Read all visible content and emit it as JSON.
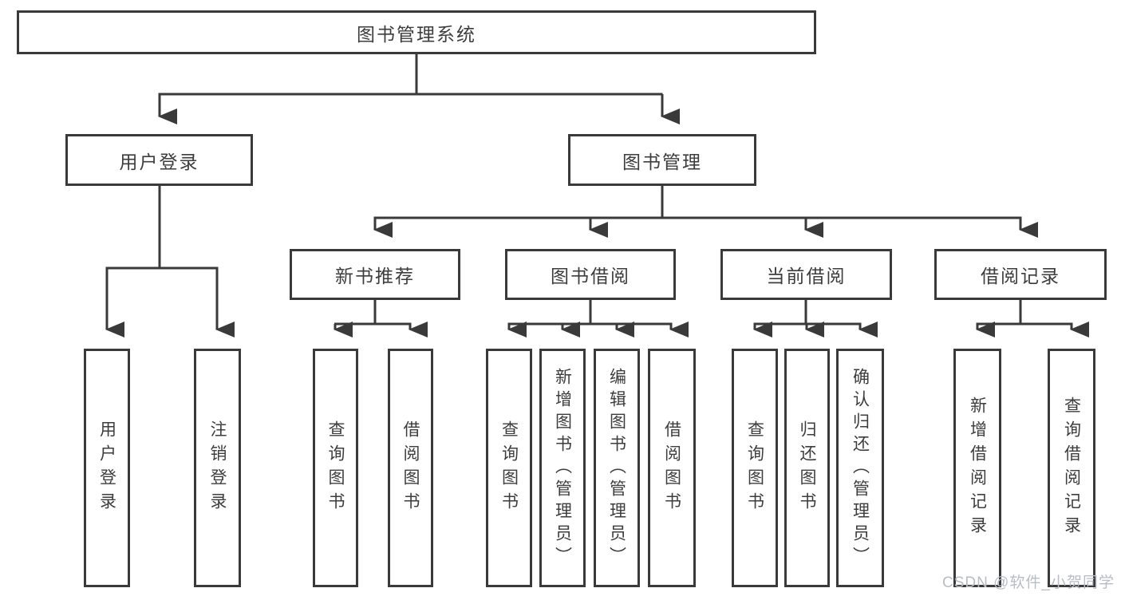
{
  "diagram": {
    "title": "图书管理系统",
    "branches": [
      {
        "label": "用户登录",
        "children": [
          {
            "label": "用户登录"
          },
          {
            "label": "注销登录"
          }
        ]
      },
      {
        "label": "图书管理",
        "children": [
          {
            "label": "新书推荐",
            "children": [
              {
                "label": "查询图书"
              },
              {
                "label": "借阅图书"
              }
            ]
          },
          {
            "label": "图书借阅",
            "children": [
              {
                "label": "查询图书"
              },
              {
                "label": "新增图书（管理员）"
              },
              {
                "label": "编辑图书（管理员）"
              },
              {
                "label": "借阅图书"
              }
            ]
          },
          {
            "label": "当前借阅",
            "children": [
              {
                "label": "查询图书"
              },
              {
                "label": "归还图书"
              },
              {
                "label": "确认归还（管理员）"
              }
            ]
          },
          {
            "label": "借阅记录",
            "children": [
              {
                "label": "新增借阅记录"
              },
              {
                "label": "查询借阅记录"
              }
            ]
          }
        ]
      }
    ]
  },
  "watermark": {
    "text": "CSDN @软件_小贺同学"
  },
  "colors": {
    "line": "#3a3a3a",
    "text": "#3d3d3d",
    "background": "#ffffff",
    "watermark": "#b9bdc3"
  }
}
